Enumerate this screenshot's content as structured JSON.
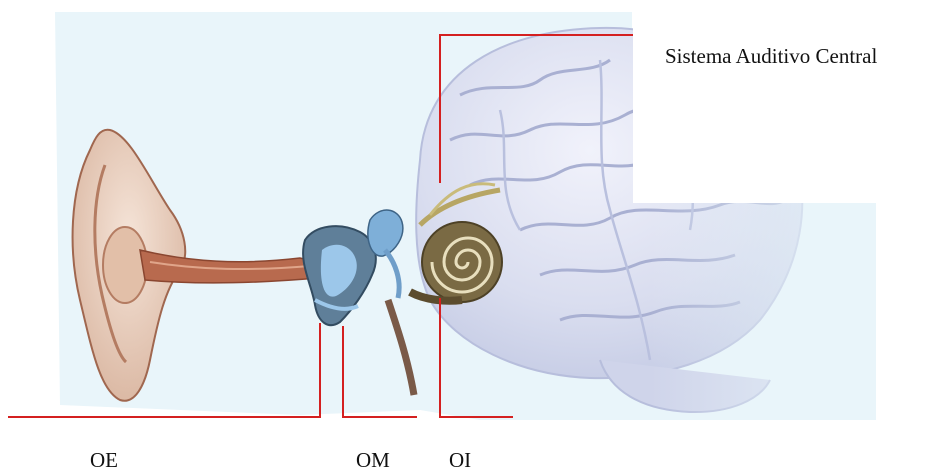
{
  "labels": {
    "central": "Sistema Auditivo Central",
    "outer": "OE",
    "middle": "OM",
    "inner": "OI"
  },
  "colors": {
    "leader_line": "#d42020",
    "background_tint": "#e9f5fa",
    "brain": "#d8dcef",
    "brain_fold": "#a9b0d2",
    "ear": "#ecd2c2",
    "ear_outline": "#a0674f",
    "canal": "#9a4e34",
    "ossicles": "#6f9ec9",
    "cochlea": "#6b5a38",
    "nerve": "#b7a664"
  },
  "icons": {
    "outer_ear": "ear-pinna",
    "middle_ear": "ossicles",
    "inner_ear": "cochlea-spiral",
    "central": "brain"
  }
}
